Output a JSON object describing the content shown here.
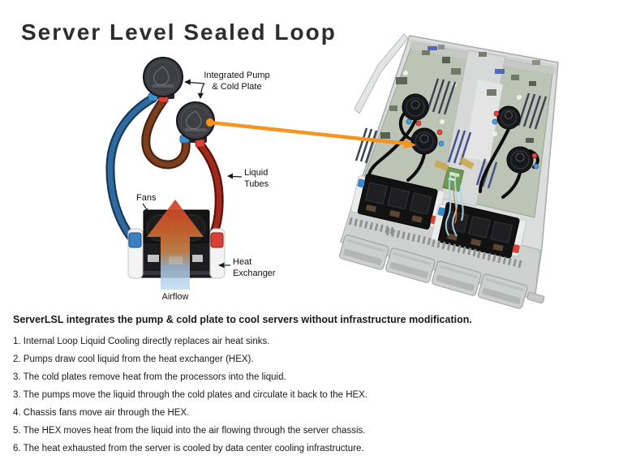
{
  "title": "Server Level Sealed Loop",
  "diagram": {
    "labels": {
      "integrated_pump_line1": "Integrated Pump",
      "integrated_pump_line2": "& Cold Plate",
      "liquid_tubes_line1": "Liquid",
      "liquid_tubes_line2": "Tubes",
      "fans": "Fans",
      "heat_exchanger_line1": "Heat",
      "heat_exchanger_line2": "Exchanger",
      "airflow": "Airflow"
    },
    "colors": {
      "callout_orange": "#F7941E",
      "cold_tube_blue": "#2F6BA0",
      "warm_tube_brown": "#7C3E1D",
      "hot_tube_red": "#A02A1C",
      "fitting_blue": "#3D8FD1",
      "fitting_red": "#E04038",
      "airflow_hot": "#D23A28",
      "airflow_cool": "#BFDBF2"
    }
  },
  "description": {
    "heading": "ServerLSL integrates the pump & cold plate to cool servers without infrastructure modification.",
    "items": [
      "1. Internal Loop Liquid Cooling directly replaces air heat sinks.",
      "2. Pumps draw cool liquid from the heat exchanger (HEX).",
      "3. The cold plates remove heat from the processors into the liquid.",
      "3. The pumps move the liquid through the cold plates and circulate it back to the HEX.",
      "4. Chassis fans move air through the HEX.",
      "5. The HEX moves heat from the liquid into the air flowing through the server chassis.",
      "6. The heat exhausted from the server is cooled by data center cooling infrastructure."
    ]
  }
}
